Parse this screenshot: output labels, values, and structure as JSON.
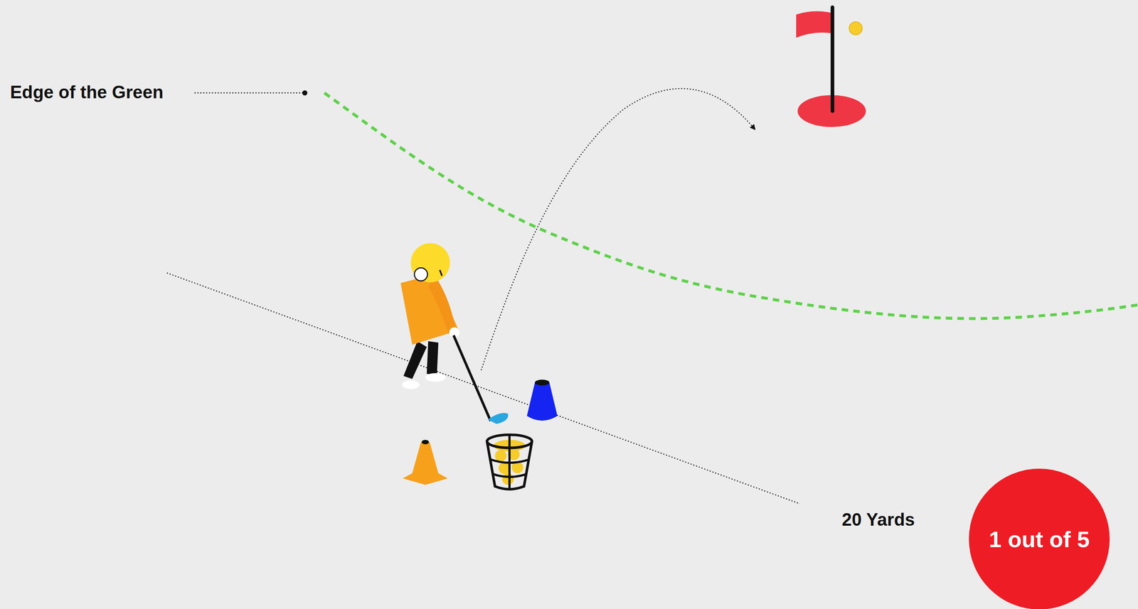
{
  "diagram": {
    "nodes": [
      {
        "text": [
          "1 out of 5"
        ]
      }
    ],
    "labels": [
      "Edge of the Green",
      "20 Yards"
    ]
  }
}
